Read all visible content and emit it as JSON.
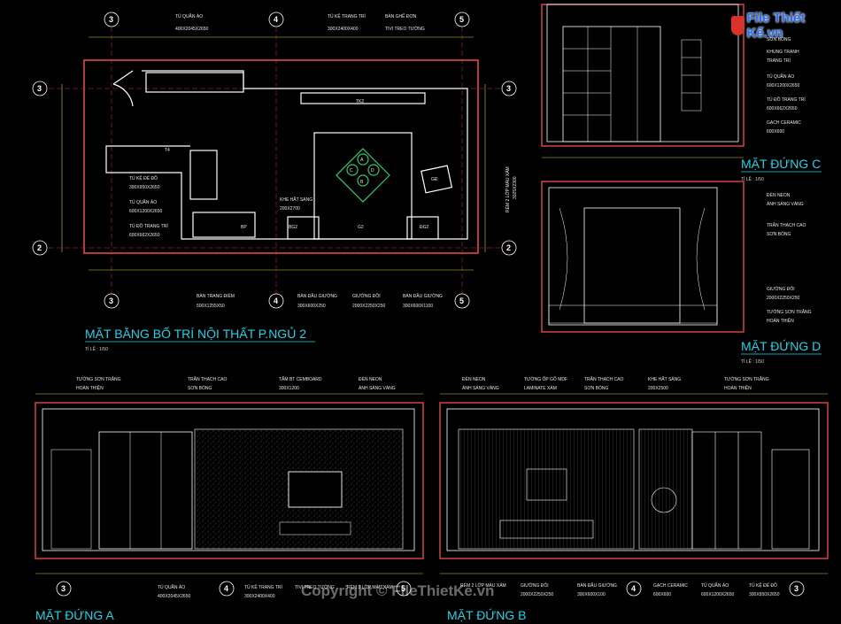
{
  "logo": {
    "text": "File Thiết Kế.vn"
  },
  "watermark": {
    "text": "Copyright © FileThietKe.vn"
  },
  "plan": {
    "title": "MẶT BẰNG BỐ TRÍ NỘI THẤT P.NGỦ 2",
    "scale": "TỈ LỆ : 1/50",
    "rooms": {
      "tk2": "TK2",
      "t4": "T4",
      "gd": "GĐ",
      "g2": "G2",
      "bg2": "BG2",
      "dg2": "ĐG2",
      "bp": "BP"
    },
    "diamond": [
      "A",
      "B",
      "C",
      "D"
    ],
    "labels_top": [
      {
        "t1": "TỦ QUẦN ÁO",
        "t2": "400X2045X2650"
      },
      {
        "t1": "TỦ KỆ TRANG TRÍ",
        "t2": "300X2400X400"
      },
      {
        "t1": "BÀN GHẾ ĐƠN",
        "t2": "TIVI TREO TƯỜNG"
      }
    ],
    "labels_left": [
      {
        "t1": "TỦ KỆ ĐỂ ĐỒ",
        "t2": "300X950X2650"
      },
      {
        "t1": "TỦ QUẦN ÁO",
        "t2": "600X1200X2650"
      },
      {
        "t1": "TỦ ĐỒ TRANG TRÍ",
        "t2": "600X662X2650"
      }
    ],
    "label_center": {
      "t1": "KHE HẮT SÁNG",
      "t2": "200X2700"
    },
    "labels_bottom": [
      {
        "t1": "BÀN TRANG ĐIỂM",
        "t2": "500X1255X50"
      },
      {
        "t1": "BÀN ĐẦU GIƯỜNG",
        "t2": "300X600X250"
      },
      {
        "t1": "GIƯỜNG ĐÔI",
        "t2": "2000X2250X250"
      },
      {
        "t1": "BÀN ĐẦU GIƯỜNG",
        "t2": "300X600X1100"
      }
    ],
    "label_right": "RÈM 2 LỚP MÀU XÁM",
    "label_right2": "3025X2300"
  },
  "elev_c": {
    "title": "MẶT ĐỨNG C",
    "scale": "TỈ LỆ : 1/50",
    "labels": [
      {
        "t1": "SƠN BÓNG",
        "t2": ""
      },
      {
        "t1": "KHUNG TRANH",
        "t2": "TRANG TRÍ"
      },
      {
        "t1": "TỦ QUẦN ÁO",
        "t2": "600X1200X2650"
      },
      {
        "t1": "TỦ ĐỒ TRANG TRÍ",
        "t2": "600X662X2650"
      },
      {
        "t1": "GẠCH CERAMIC",
        "t2": "600X600"
      }
    ]
  },
  "elev_d": {
    "title": "MẶT ĐỨNG D",
    "scale": "TỈ LỆ : 1/50",
    "labels": [
      {
        "t1": "ĐÈN NEON",
        "t2": "ÁNH SÁNG VÀNG"
      },
      {
        "t1": "TRẦN THẠCH CAO",
        "t2": "SƠN BÓNG"
      },
      {
        "t1": "GIƯỜNG ĐÔI",
        "t2": "2000X2250X250"
      },
      {
        "t1": "TƯỜNG SƠN TRẮNG",
        "t2": "HOÀN THIỆN"
      }
    ]
  },
  "elev_a": {
    "title": "MẶT ĐỨNG A",
    "labels_top": [
      {
        "t1": "TƯỜNG SƠN TRẮNG",
        "t2": "HOÀN THIỆN"
      },
      {
        "t1": "TRẦN THẠCH CAO",
        "t2": "SƠN BÓNG"
      },
      {
        "t1": "TẤM BT CEMBOARD",
        "t2": "300X1200"
      },
      {
        "t1": "ĐÈN NEON",
        "t2": "ÁNH SÁNG VÀNG"
      }
    ],
    "labels_bottom": [
      {
        "t1": "TỦ QUẦN ÁO",
        "t2": "400X2045X2650"
      },
      {
        "t1": "TỦ KỆ TRANG TRÍ",
        "t2": "300X2400X400"
      },
      {
        "t1": "TIVI TREO TƯỜNG",
        "t2": ""
      },
      {
        "t1": "RÈM 2 LỚP MÀU XÁM",
        "t2": ""
      }
    ]
  },
  "elev_b": {
    "title": "MẶT ĐỨNG B",
    "labels_top": [
      {
        "t1": "ĐÈN NEON",
        "t2": "ÁNH SÁNG VÀNG"
      },
      {
        "t1": "TƯỜNG ỐP GỖ MDF",
        "t2": "LAMINATE XÁM"
      },
      {
        "t1": "TRẦN THẠCH CAO",
        "t2": "SƠN BÓNG"
      },
      {
        "t1": "KHE HẮT SÁNG",
        "t2": "200X2500"
      },
      {
        "t1": "TƯỜNG SƠN TRẮNG",
        "t2": "HOÀN THIỆN"
      }
    ],
    "labels_bottom": [
      {
        "t1": "RÈM 2 LỚP MÀU XÁM",
        "t2": ""
      },
      {
        "t1": "GIƯỜNG ĐÔI",
        "t2": "2000X2250X250"
      },
      {
        "t1": "BÀN ĐẦU GIƯỜNG",
        "t2": "300X600X100"
      },
      {
        "t1": "GẠCH CERAMIC",
        "t2": "600X600"
      },
      {
        "t1": "TỦ QUẦN ÁO",
        "t2": "600X1200X2650"
      },
      {
        "t1": "TỦ KỆ ĐỂ ĐỒ",
        "t2": "300X950X2650"
      }
    ]
  },
  "axes": {
    "a3": "3",
    "a4": "4",
    "a5": "5",
    "a2": "2"
  },
  "colors": {
    "wall": "#e04848",
    "line": "#ffffff",
    "cyan": "#22d3e6",
    "dim": "#d1c74a",
    "hatch": "#b02a8a",
    "green": "#36c96a"
  }
}
